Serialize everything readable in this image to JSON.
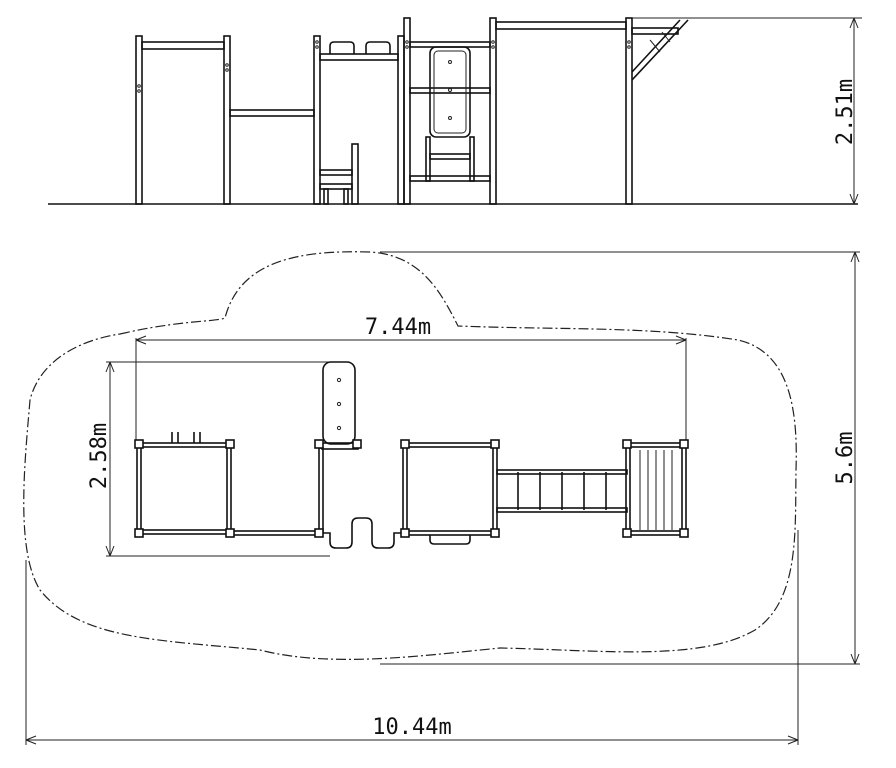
{
  "dimensions": {
    "height_elevation": "2.51m",
    "overall_width": "10.44m",
    "overall_depth": "5.6m",
    "structure_width": "7.44m",
    "structure_depth": "2.58m"
  },
  "colors": {
    "line": "#111111",
    "background": "#ffffff"
  }
}
